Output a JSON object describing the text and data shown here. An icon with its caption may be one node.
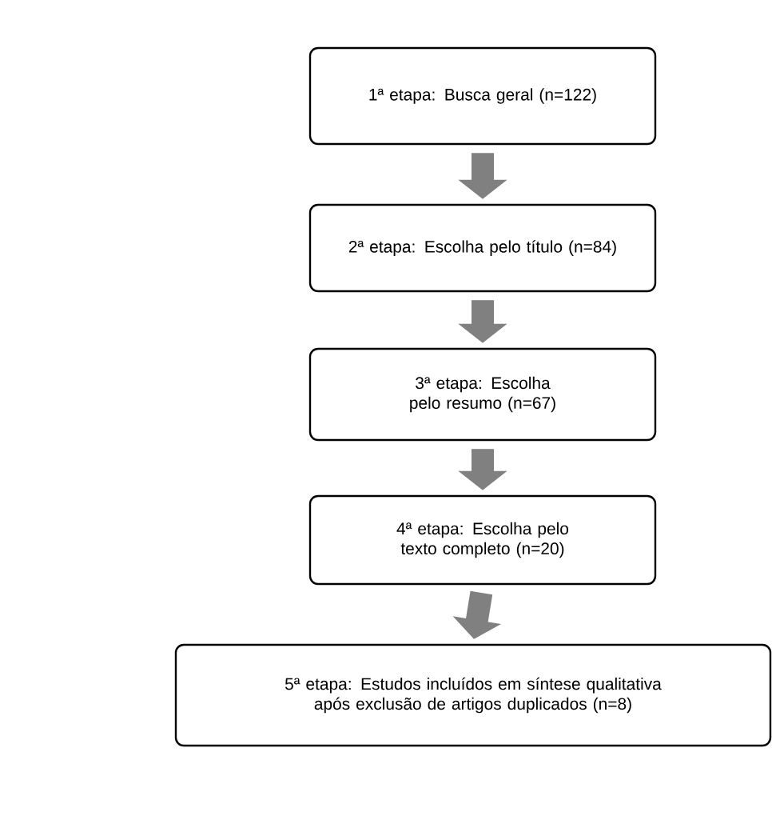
{
  "diagram": {
    "nodes": [
      {
        "text": [
          "1ª etapa: Busca geral (n=122)"
        ]
      },
      {
        "text": [
          "2ª etapa: Escolha pelo título (n=84)"
        ]
      },
      {
        "text": [
          "3ª etapa: Escolha pelo resumo (n=67)"
        ]
      },
      {
        "text": [
          "4ª etapa: Escolha pelo texto completo (n=20)"
        ]
      },
      {
        "text": [
          "5ª etapa: Estudos incluídos em síntese qualitativa após exclusão de artigos duplicados (n=8)"
        ]
      }
    ],
    "edges": [
      {
        "from": 0,
        "to": 1,
        "arrow": "to"
      },
      {
        "from": 1,
        "to": 2,
        "arrow": "to"
      },
      {
        "from": 2,
        "to": 3,
        "arrow": "to"
      },
      {
        "from": 3,
        "to": 4,
        "arrow": "to"
      }
    ]
  }
}
